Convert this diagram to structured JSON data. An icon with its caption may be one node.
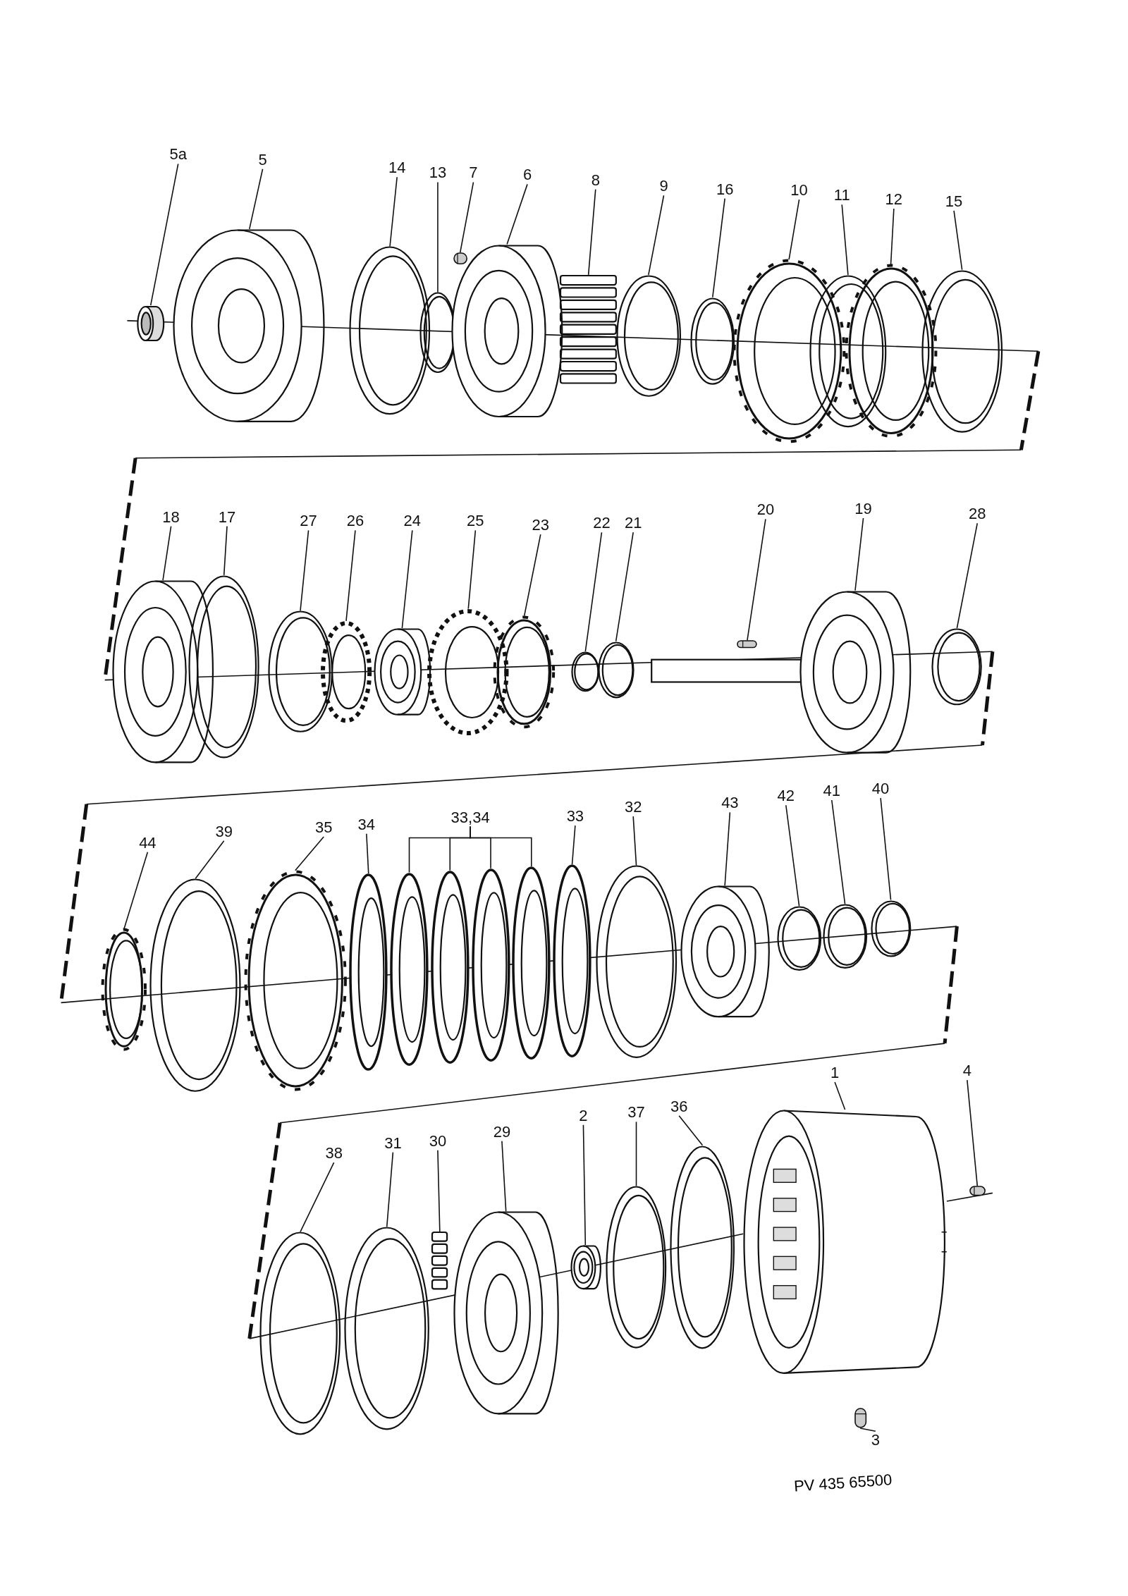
{
  "diagram": {
    "nodes": [
      {
        "text": [
          "5a"
        ]
      },
      {
        "text": [],
        "shape": "cylinder"
      },
      {
        "text": [
          "5"
        ]
      },
      {
        "text": [],
        "shape": "picture"
      },
      {
        "text": [
          "14"
        ]
      },
      {
        "text": [],
        "shape": "picture"
      },
      {
        "text": [
          "13"
        ]
      },
      {
        "text": [],
        "shape": "picture"
      },
      {
        "text": [
          "7"
        ]
      },
      {
        "text": [],
        "shape": "picture"
      },
      {
        "text": [
          "6"
        ]
      },
      {
        "text": [],
        "shape": "picture"
      },
      {
        "text": [
          "8"
        ]
      },
      {
        "text": [],
        "shape": "picture"
      },
      {
        "text": [
          "9"
        ]
      },
      {
        "text": [],
        "shape": "picture"
      },
      {
        "text": [
          "16"
        ]
      },
      {
        "text": [],
        "shape": "picture"
      },
      {
        "text": [
          "10"
        ]
      },
      {
        "text": [],
        "shape": "picture"
      },
      {
        "text": [
          "11"
        ]
      },
      {
        "text": [],
        "shape": "picture"
      },
      {
        "text": [
          "12"
        ]
      },
      {
        "text": [],
        "shape": "picture"
      },
      {
        "text": [
          "15"
        ]
      },
      {
        "text": [],
        "shape": "picture"
      },
      {
        "text": [
          "18"
        ]
      },
      {
        "text": [],
        "shape": "picture"
      },
      {
        "text": [
          "17"
        ]
      },
      {
        "text": [],
        "shape": "picture"
      },
      {
        "text": [
          "27"
        ]
      },
      {
        "text": [],
        "shape": "picture"
      },
      {
        "text": [
          "26"
        ]
      },
      {
        "text": [],
        "shape": "picture"
      },
      {
        "text": [
          "24"
        ]
      },
      {
        "text": [],
        "shape": "picture"
      },
      {
        "text": [
          "25"
        ]
      },
      {
        "text": [],
        "shape": "picture"
      },
      {
        "text": [
          "23"
        ]
      },
      {
        "text": [],
        "shape": "picture"
      },
      {
        "text": [
          "22"
        ]
      },
      {
        "text": [],
        "shape": "picture"
      },
      {
        "text": [
          "21"
        ]
      },
      {
        "text": [],
        "shape": "picture"
      },
      {
        "text": [
          "20"
        ]
      },
      {
        "text": [],
        "shape": "picture"
      },
      {
        "text": [
          "19"
        ]
      },
      {
        "text": [],
        "shape": "picture"
      },
      {
        "text": [
          "28"
        ]
      },
      {
        "text": [],
        "shape": "picture"
      },
      {
        "text": [
          "44"
        ]
      },
      {
        "text": [],
        "shape": "picture"
      },
      {
        "text": [
          "39"
        ]
      },
      {
        "text": [],
        "shape": "picture"
      },
      {
        "text": [
          "35"
        ]
      },
      {
        "text": [],
        "shape": "picture"
      },
      {
        "text": [
          "34"
        ]
      },
      {
        "text": [],
        "shape": "picture"
      },
      {
        "text": [
          "33,34"
        ]
      },
      {
        "text": [],
        "shape": "picture"
      },
      {
        "text": [],
        "shape": "picture"
      },
      {
        "text": [],
        "shape": "picture"
      },
      {
        "text": [],
        "shape": "picture"
      },
      {
        "text": [
          "33"
        ]
      },
      {
        "text": [],
        "shape": "picture"
      },
      {
        "text": [
          "32"
        ]
      },
      {
        "text": [],
        "shape": "picture"
      },
      {
        "text": [
          "43"
        ]
      },
      {
        "text": [],
        "shape": "picture"
      },
      {
        "text": [
          "42"
        ]
      },
      {
        "text": [],
        "shape": "picture"
      },
      {
        "text": [
          "41"
        ]
      },
      {
        "text": [],
        "shape": "picture"
      },
      {
        "text": [
          "40"
        ]
      },
      {
        "text": [],
        "shape": "picture"
      },
      {
        "text": [
          "38"
        ]
      },
      {
        "text": [],
        "shape": "picture"
      },
      {
        "text": [
          "31"
        ]
      },
      {
        "text": [],
        "shape": "picture"
      },
      {
        "text": [
          "30"
        ]
      },
      {
        "text": [],
        "shape": "picture"
      },
      {
        "text": [
          "29"
        ]
      },
      {
        "text": [],
        "shape": "picture"
      },
      {
        "text": [
          "2"
        ]
      },
      {
        "text": [],
        "shape": "picture"
      },
      {
        "text": [
          "37"
        ]
      },
      {
        "text": [],
        "shape": "picture"
      },
      {
        "text": [
          "36"
        ]
      },
      {
        "text": [],
        "shape": "picture"
      },
      {
        "text": [
          "1"
        ]
      },
      {
        "text": [],
        "shape": "cylinder"
      },
      {
        "text": [
          "4"
        ]
      },
      {
        "text": [],
        "shape": "picture"
      },
      {
        "text": [
          "3"
        ]
      },
      {
        "text": [],
        "shape": "picture"
      }
    ],
    "edges": [
      {
        "from": 0,
        "to": 1,
        "arrow": "none"
      },
      {
        "from": 2,
        "to": 3,
        "arrow": "none"
      },
      {
        "from": 4,
        "to": 5,
        "arrow": "none"
      },
      {
        "from": 6,
        "to": 7,
        "arrow": "none"
      },
      {
        "from": 8,
        "to": 9,
        "arrow": "none"
      },
      {
        "from": 10,
        "to": 11,
        "arrow": "none"
      },
      {
        "from": 12,
        "to": 13,
        "arrow": "none"
      },
      {
        "from": 14,
        "to": 15,
        "arrow": "none"
      },
      {
        "from": 16,
        "to": 17,
        "arrow": "none"
      },
      {
        "from": 18,
        "to": 19,
        "arrow": "none"
      },
      {
        "from": 20,
        "to": 21,
        "arrow": "none"
      },
      {
        "from": 22,
        "to": 23,
        "arrow": "none"
      },
      {
        "from": 24,
        "to": 25,
        "arrow": "none"
      },
      {
        "from": 26,
        "to": 27,
        "arrow": "none"
      },
      {
        "from": 28,
        "to": 29,
        "arrow": "none"
      },
      {
        "from": 30,
        "to": 31,
        "arrow": "none"
      },
      {
        "from": 32,
        "to": 33,
        "arrow": "none"
      },
      {
        "from": 34,
        "to": 35,
        "arrow": "none"
      },
      {
        "from": 36,
        "to": 37,
        "arrow": "none"
      },
      {
        "from": 38,
        "to": 39,
        "arrow": "none"
      },
      {
        "from": 40,
        "to": 41,
        "arrow": "none"
      },
      {
        "from": 42,
        "to": 43,
        "arrow": "none"
      },
      {
        "from": 44,
        "to": 45,
        "arrow": "none"
      },
      {
        "from": 46,
        "to": 47,
        "arrow": "none"
      },
      {
        "from": 48,
        "to": 49,
        "arrow": "none"
      },
      {
        "from": 50,
        "to": 51,
        "arrow": "none"
      },
      {
        "from": 52,
        "to": 53,
        "arrow": "none"
      },
      {
        "from": 54,
        "to": 55,
        "arrow": "none"
      },
      {
        "from": 56,
        "to": 57,
        "arrow": "none"
      },
      {
        "from": 58,
        "to": 59,
        "arrow": "none"
      },
      {
        "from": 58,
        "to": 60,
        "arrow": "none"
      },
      {
        "from": 58,
        "to": 61,
        "arrow": "none"
      },
      {
        "from": 58,
        "to": 62,
        "arrow": "none"
      },
      {
        "from": 63,
        "to": 64,
        "arrow": "none"
      },
      {
        "from": 65,
        "to": 66,
        "arrow": "none"
      },
      {
        "from": 67,
        "to": 68,
        "arrow": "none"
      },
      {
        "from": 69,
        "to": 70,
        "arrow": "none"
      },
      {
        "from": 71,
        "to": 72,
        "arrow": "none"
      },
      {
        "from": 73,
        "to": 74,
        "arrow": "none"
      },
      {
        "from": 75,
        "to": 76,
        "arrow": "none"
      },
      {
        "from": 77,
        "to": 78,
        "arrow": "none"
      },
      {
        "from": 79,
        "to": 80,
        "arrow": "none"
      },
      {
        "from": 81,
        "to": 82,
        "arrow": "none"
      },
      {
        "from": 83,
        "to": 84,
        "arrow": "none"
      },
      {
        "from": 85,
        "to": 86,
        "arrow": "none"
      },
      {
        "from": 87,
        "to": 88,
        "arrow": "none"
      },
      {
        "from": 89,
        "to": 90,
        "arrow": "none"
      },
      {
        "from": 91,
        "to": 92,
        "arrow": "none"
      },
      {
        "from": 93,
        "to": 94,
        "arrow": "none"
      }
    ],
    "labels": [
      "PV 435 65500"
    ]
  }
}
